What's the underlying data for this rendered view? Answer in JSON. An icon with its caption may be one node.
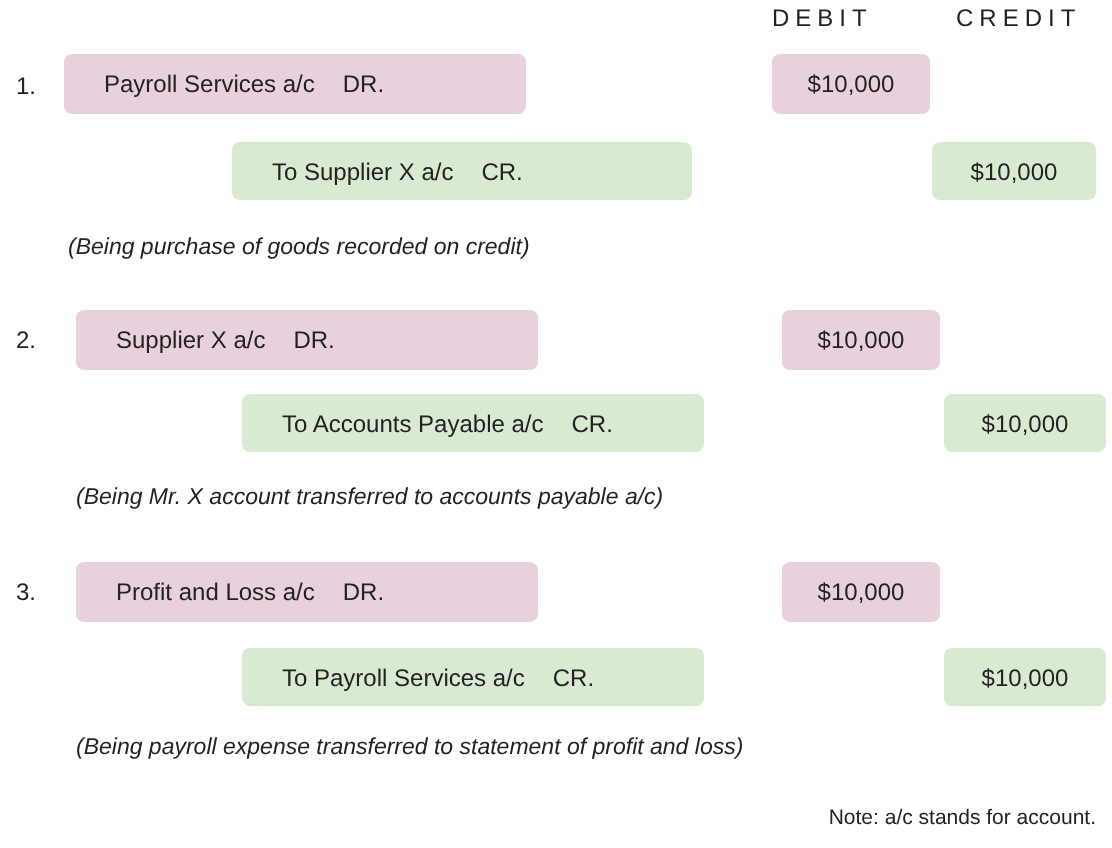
{
  "diagram": {
    "nodes": [
      {
        "text": [
          "Payroll Services a/c",
          "DR."
        ]
      },
      {
        "text": [
          "$10,000"
        ]
      },
      {
        "text": [
          "To Supplier X a/c",
          "CR."
        ]
      },
      {
        "text": [
          "$10,000"
        ]
      },
      {
        "text": [
          "Supplier X a/c",
          "DR."
        ]
      },
      {
        "text": [
          "$10,000"
        ]
      },
      {
        "text": [
          "To Accounts Payable a/c",
          "CR."
        ]
      },
      {
        "text": [
          "$10,000"
        ]
      },
      {
        "text": [
          "Profit and Loss a/c",
          "DR."
        ]
      },
      {
        "text": [
          "$10,000"
        ]
      },
      {
        "text": [
          "To Payroll Services a/c",
          "CR."
        ]
      },
      {
        "text": [
          "$10,000"
        ]
      }
    ],
    "labels": [
      "DEBIT",
      "CREDIT",
      "1.",
      "(Being purchase of goods recorded on credit)",
      "2.",
      "(Being Mr. X account transferred to accounts payable a/c)",
      "3.",
      "(Being payroll expense transferred to statement of profit and loss)",
      "Note: a/c stands for account."
    ]
  }
}
